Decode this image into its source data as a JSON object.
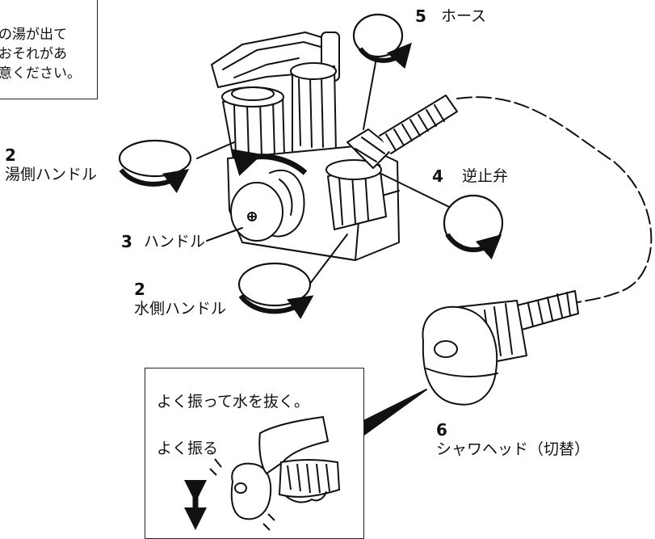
{
  "warning_box": {
    "lines": [
      "の湯が出て",
      "おそれがあ",
      "意ください。"
    ]
  },
  "labels": {
    "hose": {
      "num": "5",
      "text": "ホース"
    },
    "hot_handle": {
      "num": "2",
      "text": "湯側ハンドル"
    },
    "check_valve": {
      "num": "4",
      "text": "逆止弁"
    },
    "handle": {
      "num": "3",
      "text": "ハンドル"
    },
    "cold_handle": {
      "num": "2",
      "text": "水側ハンドル"
    },
    "shower_head": {
      "num": "6",
      "text": "シャワヘッド（切替）"
    }
  },
  "inset": {
    "title": "よく振って水を抜く。",
    "caption": "よく振る"
  }
}
